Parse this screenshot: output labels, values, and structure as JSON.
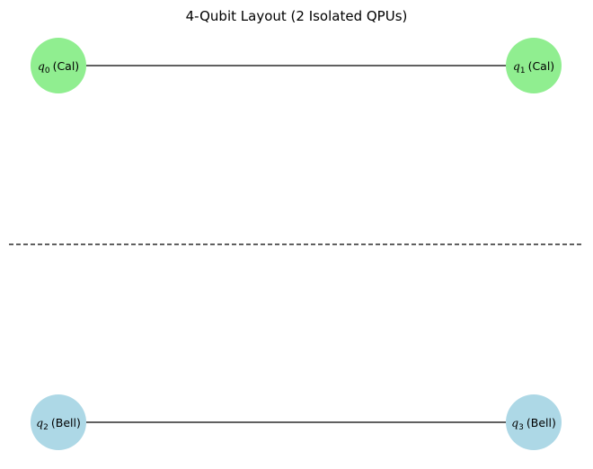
{
  "title": "4-Qubit Layout (2 Isolated QPUs)",
  "colors": {
    "cal_node": "#90ee90",
    "bell_node": "#add8e6",
    "edge": "#000000",
    "separator": "#000000"
  },
  "nodes": [
    {
      "id": "q0",
      "symbol": "q",
      "index": "0",
      "role": "(Cal)",
      "group": "cal"
    },
    {
      "id": "q1",
      "symbol": "q",
      "index": "1",
      "role": "(Cal)",
      "group": "cal"
    },
    {
      "id": "q2",
      "symbol": "q",
      "index": "2",
      "role": "(Bell)",
      "group": "bell"
    },
    {
      "id": "q3",
      "symbol": "q",
      "index": "3",
      "role": "(Bell)",
      "group": "bell"
    }
  ],
  "edges": [
    {
      "from": "q0",
      "to": "q1"
    },
    {
      "from": "q2",
      "to": "q3"
    }
  ],
  "separator_style": "dashed"
}
